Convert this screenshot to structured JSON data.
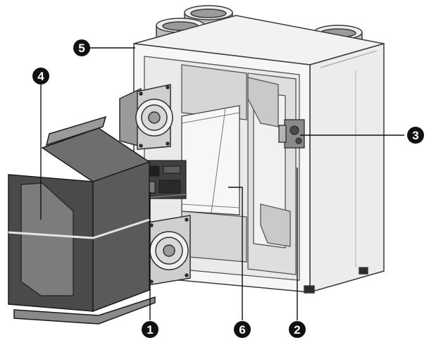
{
  "diagram": {
    "colors": {
      "background": "#ffffff",
      "housing_line": "#3a3a3a",
      "housing_fill": "#f4f4f4",
      "housing_shadow": "#d9d9d9",
      "heat_exchanger_dark": "#3c3c3c",
      "heat_exchanger_panel": "#6a6a6a",
      "callout_fill": "#111111",
      "callout_text": "#ffffff"
    },
    "callouts": [
      {
        "id": "1",
        "label": "1"
      },
      {
        "id": "2",
        "label": "2"
      },
      {
        "id": "3",
        "label": "3"
      },
      {
        "id": "4",
        "label": "4"
      },
      {
        "id": "5",
        "label": "5"
      },
      {
        "id": "6",
        "label": "6"
      }
    ]
  }
}
